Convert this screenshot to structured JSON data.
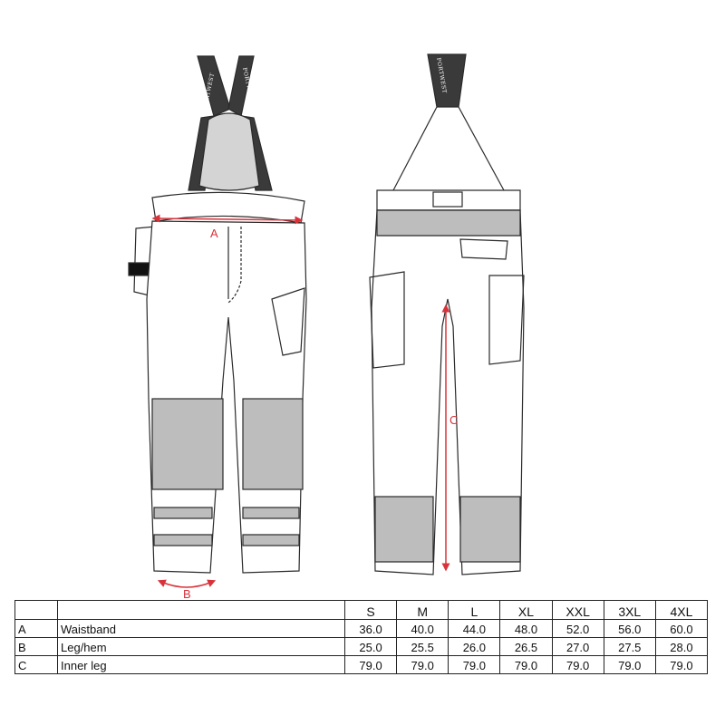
{
  "diagram": {
    "brand_text": "PORTWEST",
    "measure_labels": {
      "a": "A",
      "b": "B",
      "c": "C"
    },
    "colors": {
      "outline": "#2a2a2a",
      "reflective": "#bdbdbd",
      "strap": "#3a3a3a",
      "measure": "#d8333b"
    }
  },
  "size_table": {
    "sizes": [
      "S",
      "M",
      "L",
      "XL",
      "XXL",
      "3XL",
      "4XL"
    ],
    "rows": [
      {
        "code": "A",
        "label": "Waistband",
        "values": [
          "36.0",
          "40.0",
          "44.0",
          "48.0",
          "52.0",
          "56.0",
          "60.0"
        ]
      },
      {
        "code": "B",
        "label": "Leg/hem",
        "values": [
          "25.0",
          "25.5",
          "26.0",
          "26.5",
          "27.0",
          "27.5",
          "28.0"
        ]
      },
      {
        "code": "C",
        "label": "Inner leg",
        "values": [
          "79.0",
          "79.0",
          "79.0",
          "79.0",
          "79.0",
          "79.0",
          "79.0"
        ]
      }
    ]
  }
}
